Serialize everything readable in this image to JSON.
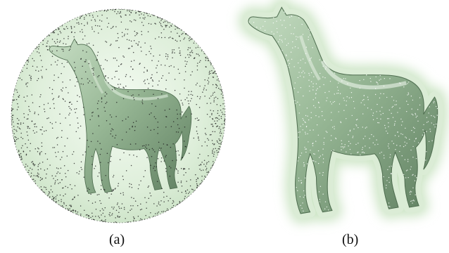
{
  "panels": [
    {
      "id": "a",
      "caption": "(a)"
    },
    {
      "id": "b",
      "caption": "(b)"
    }
  ],
  "colors": {
    "mesh_fill": "#9fbf9f",
    "mesh_shadow": "#5f7f60",
    "sphere_tint": "#d7ebd4",
    "glow": "#cfe6c8",
    "points": "#1e1e1e"
  }
}
